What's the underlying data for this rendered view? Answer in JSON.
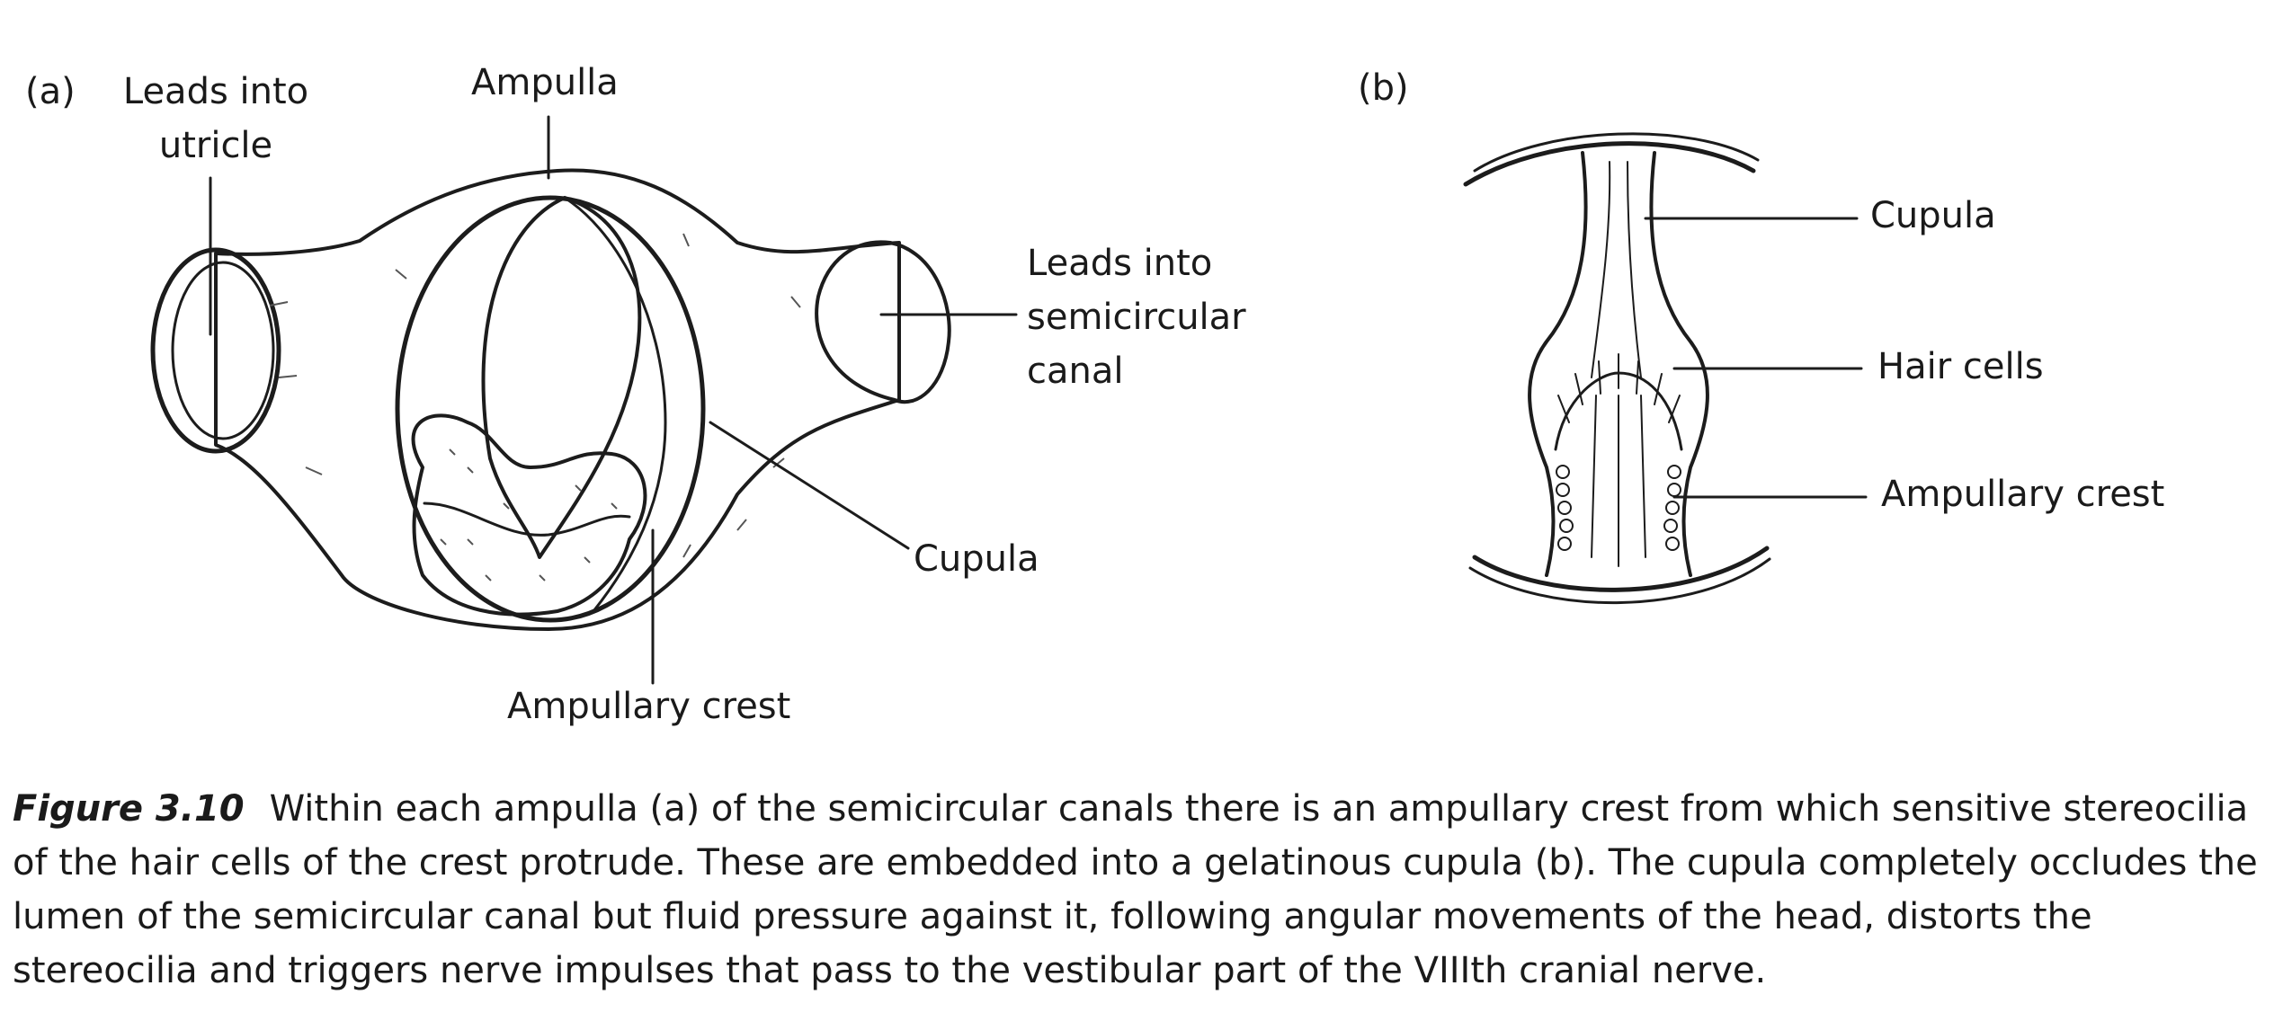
{
  "panel_a": {
    "tag": "(a)",
    "labels": {
      "leads_into_utricle_line1": "Leads into",
      "leads_into_utricle_line2": "utricle",
      "ampulla": "Ampulla",
      "leads_into_canal_line1": "Leads into",
      "leads_into_canal_line2": "semicircular",
      "leads_into_canal_line3": "canal",
      "cupula": "Cupula",
      "ampullary_crest": "Ampullary crest"
    }
  },
  "panel_b": {
    "tag": "(b)",
    "labels": {
      "cupula": "Cupula",
      "hair_cells": "Hair cells",
      "ampullary_crest": "Ampullary crest"
    }
  },
  "caption": {
    "figure_id": "Figure 3.10",
    "text": "Within each ampulla (a) of the semicircular canals there is an ampullary crest from which sensitive stereocilia of the hair cells of the crest protrude. These are embedded into a gelatinous cupula (b). The cupula completely occludes the lumen of the semicircular canal but fluid pressure against it, following angular movements of the head, distorts the stereocilia and triggers nerve impulses that pass to the vestibular part of the VIIIth cranial nerve."
  }
}
